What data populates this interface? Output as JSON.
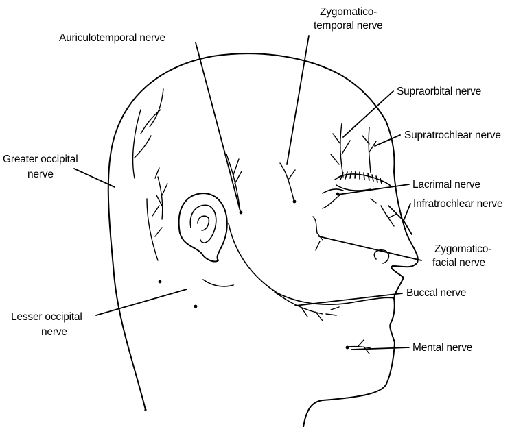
{
  "labels": {
    "auriculotemporal": "Auriculotemporal nerve",
    "zygomaticotemporal_1": "Zygomatico-",
    "zygomaticotemporal_2": "temporal nerve",
    "supraorbital": "Supraorbital nerve",
    "supratrochlear": "Supratrochlear nerve",
    "greater_occipital_1": "Greater occipital",
    "greater_occipital_2": "nerve",
    "lacrimal": "Lacrimal nerve",
    "infratrochlear": "Infratrochlear nerve",
    "zygomaticofacial_1": "Zygomatico-",
    "zygomaticofacial_2": "facial nerve",
    "buccal": "Buccal nerve",
    "lesser_occipital_1": "Lesser occipital",
    "lesser_occipital_2": "nerve",
    "mental": "Mental nerve"
  }
}
